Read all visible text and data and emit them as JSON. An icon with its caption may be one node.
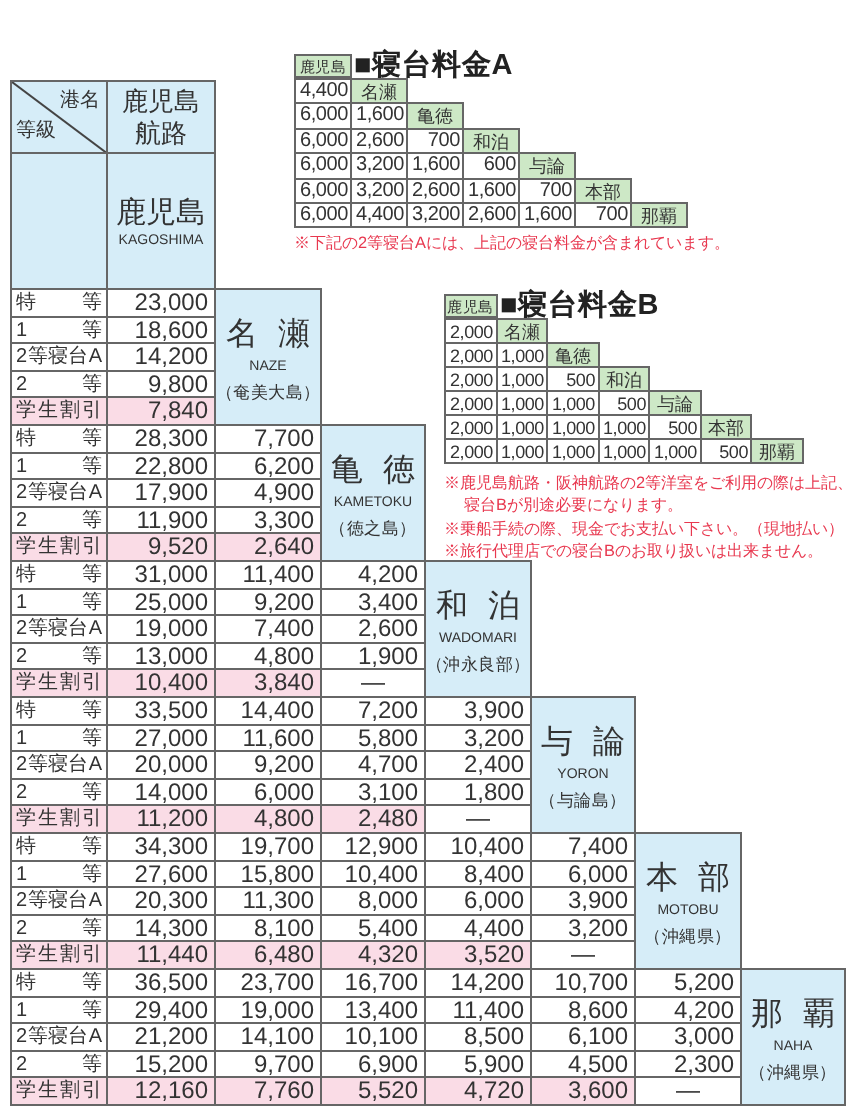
{
  "diagram": {
    "labels": [
      "鹿児島",
      "■寝台料金A",
      "4,400",
      "名瀬",
      "6,000",
      "1,600",
      "亀徳",
      "6,000",
      "2,600",
      "700",
      "和泊",
      "6,000",
      "3,200",
      "1,600",
      "600",
      "与論",
      "6,000",
      "3,200",
      "2,600",
      "1,600",
      "700",
      "本部",
      "6,000",
      "4,400",
      "3,200",
      "2,600",
      "1,600",
      "700",
      "那覇",
      "※下記の2等寝台Aには、上記の寝台料金が含まれています。",
      "鹿児島",
      "■寝台料金B",
      "2,000",
      "名瀬",
      "2,000",
      "1,000",
      "亀徳",
      "2,000",
      "1,000",
      "500",
      "和泊",
      "2,000",
      "1,000",
      "1,000",
      "500",
      "与論",
      "2,000",
      "1,000",
      "1,000",
      "1,000",
      "500",
      "本部",
      "2,000",
      "1,000",
      "1,000",
      "1,000",
      "1,000",
      "500",
      "那覇",
      "※鹿児島航路・阪神航路の2等洋室をご利用の際は上記、寝台Bが別途必要になります。",
      "※乗船手続の際、現金でお支払い下さい。（現地払い）",
      "※旅行代理店での寝台Bのお取り扱いは出来ません。",
      "港名",
      "等級",
      "鹿児島航路",
      "鹿児島",
      "KAGOSHIMA",
      "特 等",
      "23,000",
      "1 等",
      "18,600",
      "2等寝台A",
      "14,200",
      "2 等",
      "9,800",
      "学生割引",
      "7,840",
      "名 瀬",
      "NAZE",
      "（奄美大島）",
      "特 等",
      "28,300",
      "7,700",
      "1 等",
      "22,800",
      "6,200",
      "2等寝台A",
      "17,900",
      "4,900",
      "2 等",
      "11,900",
      "3,300",
      "学生割引",
      "9,520",
      "2,640",
      "亀 徳",
      "KAMETOKU",
      "（徳之島）",
      "特 等",
      "31,000",
      "11,400",
      "4,200",
      "1 等",
      "25,000",
      "9,200",
      "3,400",
      "2等寝台A",
      "19,000",
      "7,400",
      "2,600",
      "2 等",
      "13,000",
      "4,800",
      "1,900",
      "学生割引",
      "10,400",
      "3,840",
      "—",
      "和 泊",
      "WADOMARI",
      "（沖永良部）",
      "特 等",
      "33,500",
      "14,400",
      "7,200",
      "3,900",
      "1 等",
      "27,000",
      "11,600",
      "5,800",
      "3,200",
      "2等寝台A",
      "20,000",
      "9,200",
      "4,700",
      "2,400",
      "2 等",
      "14,000",
      "6,000",
      "3,100",
      "1,800",
      "学生割引",
      "11,200",
      "4,800",
      "2,480",
      "—",
      "与 論",
      "YORON",
      "（与論島）",
      "特 等",
      "34,300",
      "19,700",
      "12,900",
      "10,400",
      "7,400",
      "1 等",
      "27,600",
      "15,800",
      "10,400",
      "8,400",
      "6,000",
      "2等寝台A",
      "20,300",
      "11,300",
      "8,000",
      "6,000",
      "3,900",
      "2 等",
      "14,300",
      "8,100",
      "5,400",
      "4,400",
      "3,200",
      "学生割引",
      "11,440",
      "6,480",
      "4,320",
      "3,520",
      "—",
      "本 部",
      "MOTOBU",
      "（沖縄県）",
      "特 等",
      "36,500",
      "23,700",
      "16,700",
      "14,200",
      "10,700",
      "5,200",
      "1 等",
      "29,400",
      "19,000",
      "13,400",
      "11,400",
      "8,600",
      "4,200",
      "2等寝台A",
      "21,200",
      "14,100",
      "10,100",
      "8,500",
      "6,100",
      "3,000",
      "2 等",
      "15,200",
      "9,700",
      "6,900",
      "5,900",
      "4,500",
      "2,300",
      "学生割引",
      "12,160",
      "7,760",
      "5,520",
      "4,720",
      "3,600",
      "—",
      "那 覇",
      "NAHA",
      "（沖縄県）"
    ]
  }
}
